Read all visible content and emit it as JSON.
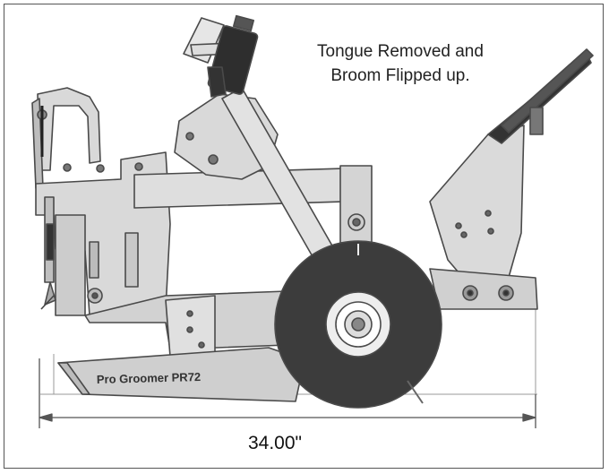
{
  "caption": {
    "line1": "Tongue Removed and",
    "line2": "Broom Flipped up."
  },
  "product_label": "Pro Groomer PR72",
  "dimension": {
    "label": "34.00\""
  },
  "colors": {
    "frame_fill": "#d9d9d9",
    "frame_stroke": "#4a4a4a",
    "tire": "#3c3c3c",
    "actuator": "#2e2e2e",
    "skid": "#cfcfcf"
  }
}
